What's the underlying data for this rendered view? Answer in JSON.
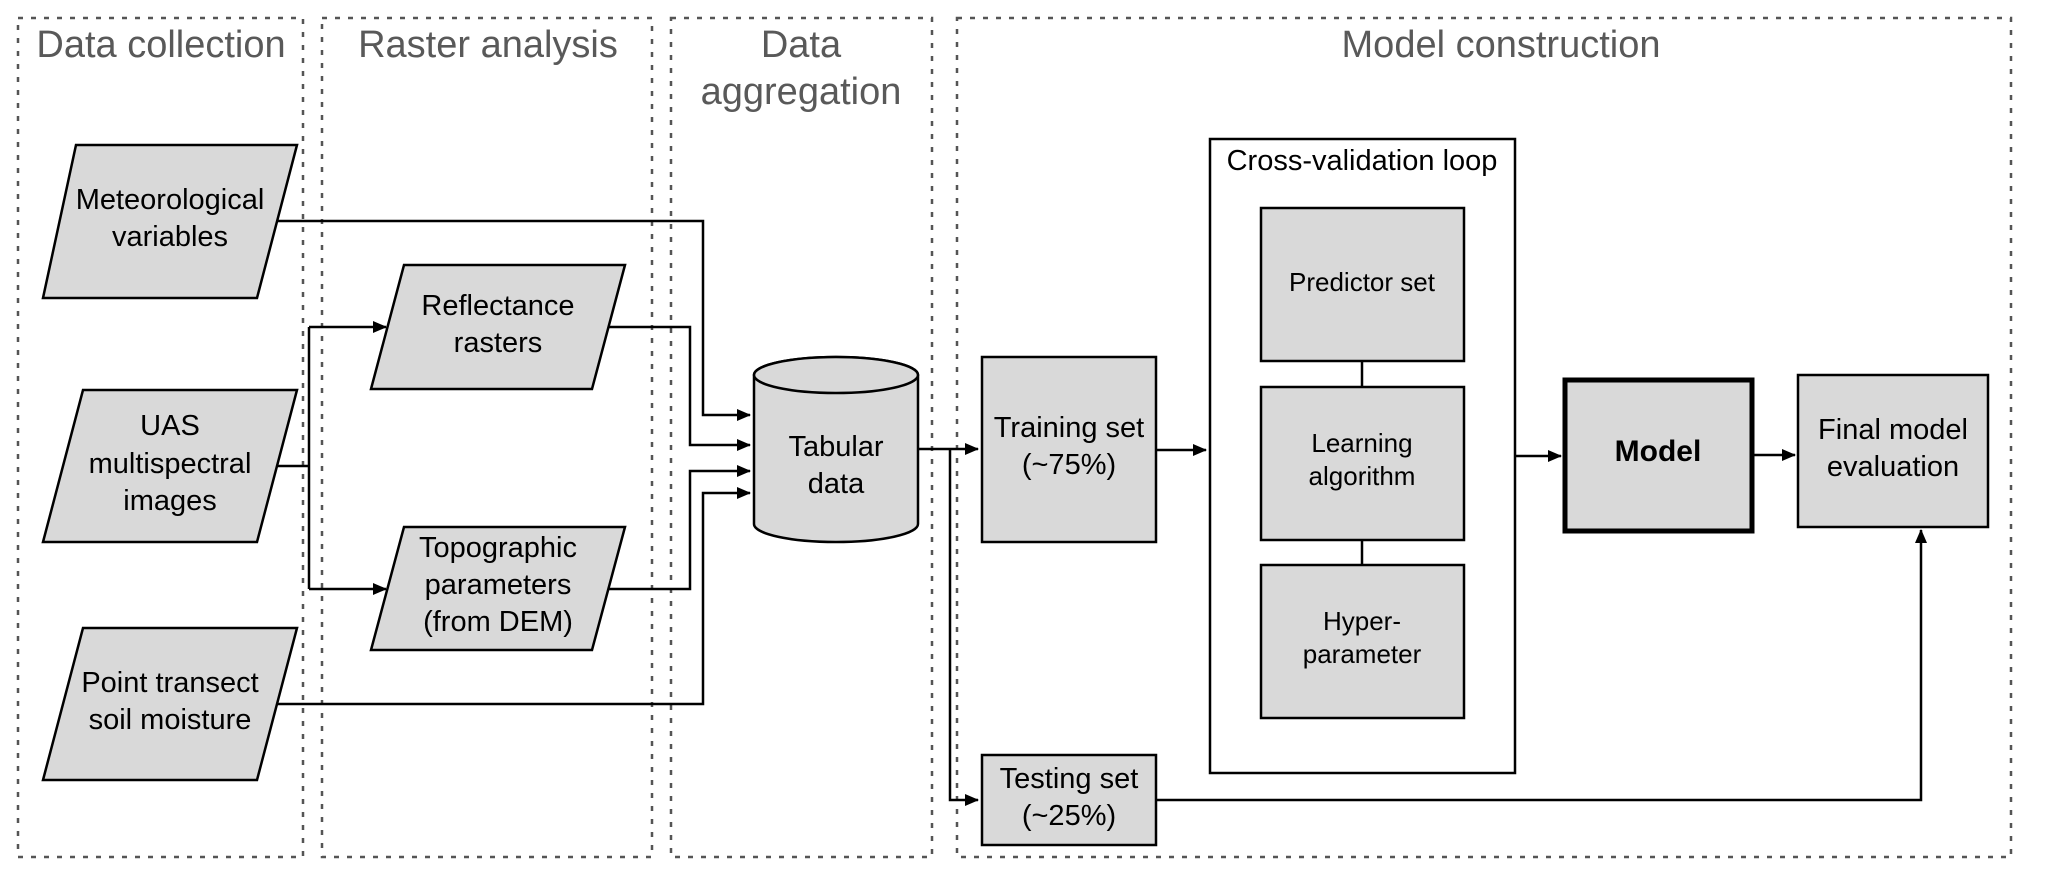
{
  "panels": {
    "data_collection": "Data collection",
    "raster_analysis": "Raster analysis",
    "data_aggregation": [
      "Data",
      "aggregation"
    ],
    "model_construction": "Model construction"
  },
  "inputs": {
    "meteorological": [
      "Meteorological",
      "variables"
    ],
    "uas": [
      "UAS",
      "multispectral",
      "images"
    ],
    "point_transect": [
      "Point transect",
      "soil moisture"
    ]
  },
  "raster": {
    "reflectance": [
      "Reflectance",
      "rasters"
    ],
    "topographic": [
      "Topographic",
      "parameters",
      "(from DEM)"
    ]
  },
  "aggregation": {
    "tabular": [
      "Tabular",
      "data"
    ]
  },
  "model": {
    "training": [
      "Training set",
      "(~75%)"
    ],
    "testing": [
      "Testing set",
      "(~25%)"
    ],
    "cv_loop_title": "Cross-validation loop",
    "predictor_set": "Predictor set",
    "learning_algorithm": [
      "Learning",
      "algorithm"
    ],
    "hyperparameter": [
      "Hyper-",
      "parameter"
    ],
    "model": "Model",
    "final_evaluation": [
      "Final model",
      "evaluation"
    ]
  },
  "colors": {
    "node_fill": "#d9d9d9",
    "stroke": "#000000",
    "panel_title": "#595959"
  }
}
